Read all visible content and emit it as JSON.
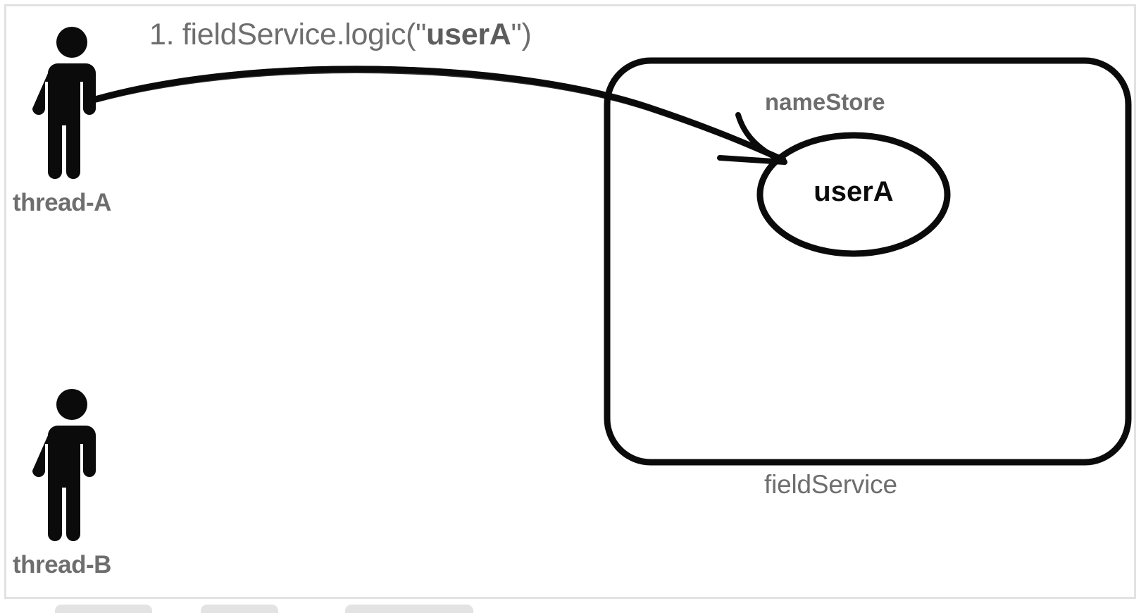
{
  "diagram": {
    "type": "sequence-interaction",
    "actors": [
      {
        "id": "thread-a",
        "label": "thread-A",
        "icon": "person-icon"
      },
      {
        "id": "thread-b",
        "label": "thread-B",
        "icon": "person-icon"
      }
    ],
    "service": {
      "name": "fieldService",
      "inner_label": "nameStore",
      "stored_value": "userA"
    },
    "messages": [
      {
        "step": "1.",
        "prefix": "1. fieldService.logic(\"",
        "emphasis": "userA",
        "suffix": "\")",
        "full": "1. fieldService.logic(\"userA\")",
        "from": "thread-A",
        "to": "nameStore"
      }
    ],
    "colors": {
      "label_gray": "#6e6e6e",
      "stroke_black": "#0b0b0b",
      "panel_border": "#e2e2e2",
      "chip_gray": "#e3e3e3",
      "background": "#ffffff"
    }
  },
  "bottom_bar": {
    "chips": [
      {
        "id": "chip-1",
        "label": ""
      },
      {
        "id": "chip-2",
        "label": ""
      },
      {
        "id": "chip-3",
        "label": ""
      }
    ]
  }
}
